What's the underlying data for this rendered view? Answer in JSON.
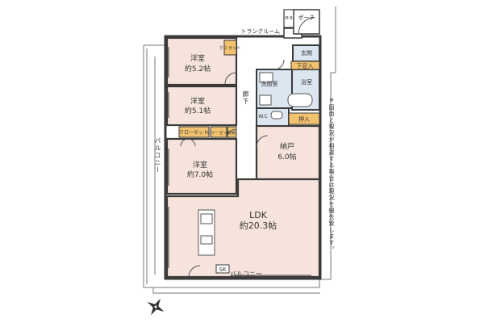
{
  "rooms": {
    "room1": {
      "name": "洋室",
      "size": "約5.2帖"
    },
    "room2": {
      "name": "洋室",
      "size": "約5.1帖"
    },
    "room3": {
      "name": "洋室",
      "size": "約7.0帖"
    },
    "storeroom": {
      "name": "納戸",
      "size": "6.0帖"
    },
    "ldk": {
      "name": "LDK",
      "size": "約20.3帖"
    }
  },
  "labels": {
    "trunk_room": "トランクルーム",
    "porch": "ポーチ",
    "mb": "M B",
    "entrance": "玄関",
    "shoe_storage": "下足入",
    "washroom": "洗面室",
    "bathroom": "浴室",
    "wc": "W.C",
    "closet_oshiire": "押入",
    "hallway": "廊下",
    "closet": "クローゼット",
    "closet2": "クロー ゼット",
    "storage": "収納",
    "closet_small": "クロ ゼット",
    "sk": "SK",
    "balcony_bottom": "バルコニー",
    "balcony_left": "バルコニー",
    "note": "※図面と現況が相違する場合は現況を優先致します。"
  },
  "colors": {
    "room_fill": "#f6e4dc",
    "wet_fill": "#dbe6f1",
    "storage_fill": "#f2c26f",
    "wall": "#3a3a3a"
  }
}
